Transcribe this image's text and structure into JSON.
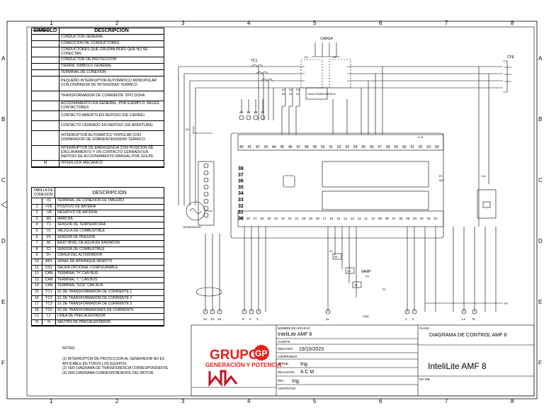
{
  "grid": {
    "columns": [
      "1",
      "2",
      "3",
      "4",
      "5",
      "6",
      "7",
      "8"
    ],
    "rows": [
      "A",
      "B",
      "C",
      "D",
      "E",
      "F"
    ]
  },
  "legend": {
    "header_symbol": "SIMBOLO",
    "header_description": "DESCRIPCION",
    "items": [
      "CONDUCTOR GENERAL",
      "CONECCION DE CONDUCTORES",
      "CONDUCTORES QUE CRUZAN PERO QUE NO SE CONECTAN",
      "CONDUCTOR DE PROTECCION",
      "TIERRA: SIMBOLO GENERAL",
      "TERMINAL DE CONEXION",
      "PEQUEÑO INTERRUPTOR AUTOMATICO MONOPOLAR CON DISIPADOR DE INTENSIDAD TERMICO",
      "TRANSFORMADOR DE CORRIENTE TIPO DONA",
      "ACCIONAMIENTO EN GENERAL, POR EJEMPLO: RELES, CONTACTORES",
      "CONTACTO ABIERTO EN REPOSO (DE CIERRE)",
      "CONTACTO CERRADO EN REPOSO (DE APERTURA)",
      "INTERRUPTOR AUTOMATICO TRIPOLAR CON DISPARADOR DE SOBREINTENSIDAD TERMICO",
      "INTERRUPTOR DE EMERGENCIA CON POSICION DE ENCLAVAMIENTO Y UN CONTACTO CERRADO EN REPOSO DE ACCIONAMIENTO MANUAL POR GOLPE",
      "INTERLOCK MECANICO"
    ],
    "interlock_symbol": "M"
  },
  "connection_table": {
    "header_left": "TABILLA DE CONEXION",
    "header_description": "DESCRIPCION",
    "rows": [
      {
        "no": "",
        "code": "X1",
        "desc": "TERMINAL DE CONEXION DE TABLERO"
      },
      {
        "no": "1",
        "code": "+VE",
        "desc": "POSITIVO DE BATERIA"
      },
      {
        "no": "2",
        "code": "-VE",
        "desc": "NEGATIVO DE BATERIA"
      },
      {
        "no": "3",
        "code": "M1",
        "desc": "MARCHA"
      },
      {
        "no": "4",
        "code": "T1",
        "desc": "SENSOR DE TEMPERATURA"
      },
      {
        "no": "5",
        "code": "V1",
        "desc": "VALVULA DE COMBUSTIBLE"
      },
      {
        "no": "6",
        "code": "P1",
        "desc": "SENSOR DE PRESION"
      },
      {
        "no": "7",
        "code": "A1",
        "desc": "BAJO NIVEL DE AGUA EN RADIADOR"
      },
      {
        "no": "8",
        "code": "C1",
        "desc": "SENSOR DE COMBUSTIBLE"
      },
      {
        "no": "9",
        "code": "D+",
        "desc": "CARGA DEL ALTERNADOR"
      },
      {
        "no": "10",
        "code": "AR1",
        "desc": "SEÑAL DE ARRANQUE REMOTO"
      },
      {
        "no": "11",
        "code": "DS1",
        "desc": "SALIDA OPCIONAL CONFIGURABLE"
      },
      {
        "no": "12",
        "code": "CAN",
        "desc": "TERMINAL \"H\" CAN BUS"
      },
      {
        "no": "13",
        "code": "CAN",
        "desc": "TERMINAL \"L\" CAN BUS"
      },
      {
        "no": "14",
        "code": "CAN",
        "desc": "TERMINAL \"SCR\" CAN BUS"
      },
      {
        "no": "15",
        "code": "TC1",
        "desc": "S1 DE TRANSFORMADOR DE CORRIENTE 1"
      },
      {
        "no": "16",
        "code": "TC2",
        "desc": "S1 DE TRANSFORMADOR DE CORRIENTE 2"
      },
      {
        "no": "17",
        "code": "TC3",
        "desc": "S1 DE TRANSFORMADOR DE CORRIENTE 3"
      },
      {
        "no": "18",
        "code": "TC0",
        "desc": "S2 DE TRANSFORMADORES DE CORRIENTE"
      },
      {
        "no": "L1",
        "code": "L1",
        "desc": "LINEA DE PRECALENTADOR"
      },
      {
        "no": "N",
        "code": "N",
        "desc": "NEUTRO DE PRECALENTADOR"
      }
    ]
  },
  "notes": {
    "title": "NOTAS:",
    "items": [
      "INTERRUPTOR DE PROTECCION AL GENERADOR NO ES APLICABLE EN TODOS LOS EQUIPOS.",
      "VER DIAGRAMA DE TRANSFERENCIA CORRESPONDIENTE.",
      "VER DIAGRAMA CORRESPONDIENTE DEL MOTOR."
    ]
  },
  "diagram": {
    "carga": "CARGA",
    "cfe": "CFE",
    "generador": "GENERADOR",
    "hacia_transferencia": "HACIA TRANSFERENCIA",
    "tc1": "TC1",
    "e_labels": [
      "E1",
      "E2",
      "E3"
    ],
    "e_sub": [
      "N3",
      "N2",
      "N1"
    ],
    "relay_labels": [
      "KC",
      "KR"
    ],
    "top_terminal_numbers": [
      "28",
      "15",
      "16",
      "17"
    ],
    "module_top_numbers": [
      "40",
      "41",
      "42",
      "43",
      "44",
      "45",
      "46",
      "47",
      "48",
      "49",
      "50",
      "51",
      "52",
      "53",
      "54",
      "55",
      "56",
      "57",
      "58",
      "59",
      "60",
      "61",
      "62",
      "63",
      "64"
    ],
    "module_side_numbers": [
      "38",
      "37",
      "36",
      "35",
      "34",
      "33",
      "32",
      "31",
      "30"
    ],
    "module_bottom_numbers": [
      "29",
      "28",
      "27",
      "26",
      "25",
      "24",
      "23",
      "22",
      "21",
      "20",
      "19",
      "18",
      "17",
      "16",
      "15",
      "14",
      "13",
      "12",
      "11",
      "10",
      "09",
      "08",
      "07",
      "06",
      "05",
      "04",
      "03",
      "02",
      "01"
    ],
    "module_label": "IL-8",
    "bottom_terminals": [
      "12",
      "13",
      "15",
      "8",
      "4",
      "3",
      "11",
      "1",
      "2",
      "L1",
      "N"
    ],
    "sensor_labels": [
      "D+",
      "B1",
      "C1",
      "T1",
      "P1"
    ],
    "fuse_label": "6AMP",
    "fuse_sub": "(1)",
    "gnd_label": "GND",
    "pe_label": "PE",
    "left_contact": "Q1",
    "p1_label": "P1",
    "p1_sub": "52A",
    "ku_label": "KU"
  },
  "title_block": {
    "archivo_label": "NOMBRE DE ARCHIVO",
    "archivo_value": "InteliLite AMF 8",
    "cliente_label": "CLIENTE",
    "dibujado_label": "DIBUJADO",
    "dibujado_value": "19/10/2023",
    "comprobar_label": "COMPROBAR",
    "aprob_label": "APROB.",
    "aprob_value": "Ing.",
    "realizado_label": "REALIZADO",
    "realizado_value": "A C M",
    "rev_label": "REV",
    "rev_value": "Ing.",
    "contrato_label": "CONTRATO#",
    "plano_label": "PLANO",
    "plano_value": "DIAGRAMA DE CONTROL AMF 8",
    "model_value": "InteliLite AMF 8",
    "nodib_label": "NO DIB",
    "company_main": "GRUPO",
    "company_sub": "GENERACIÓN Y POTENCIA",
    "company_logo_letters": "GP",
    "accent_red": "#e2231a"
  }
}
